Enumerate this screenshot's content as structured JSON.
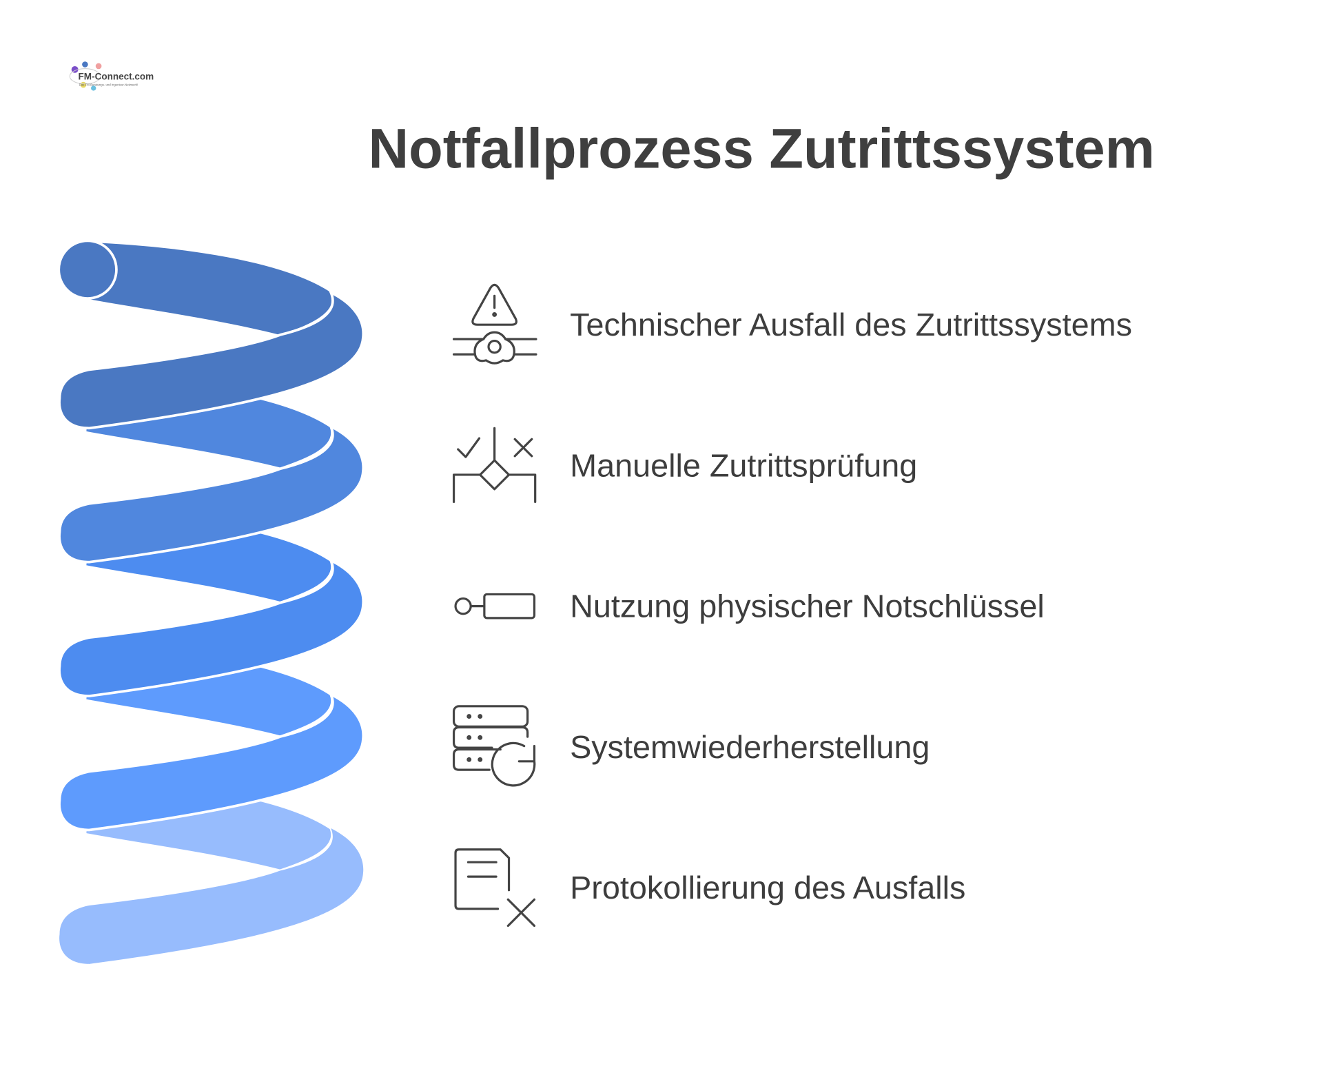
{
  "logo": {
    "text": "FM-Connect.com",
    "tagline": "Das FM-Beratungs- und Ingenieur-Netzwerk!"
  },
  "title": "Notfallprozess Zutrittssystem",
  "steps": [
    {
      "label": "Technischer Ausfall des Zutrittssystems",
      "icon": "warning-valve-icon",
      "color": "#4a78c2"
    },
    {
      "label": "Manuelle Zutrittsprüfung",
      "icon": "decision-check-icon",
      "color": "#5087de"
    },
    {
      "label": "Nutzung physischer Notschlüssel",
      "icon": "key-icon",
      "color": "#4d8cf0"
    },
    {
      "label": "Systemwiederherstellung",
      "icon": "server-refresh-icon",
      "color": "#5e9bfd"
    },
    {
      "label": "Protokollierung des Ausfalls",
      "icon": "document-cancel-icon",
      "color": "#97bcfd"
    }
  ]
}
